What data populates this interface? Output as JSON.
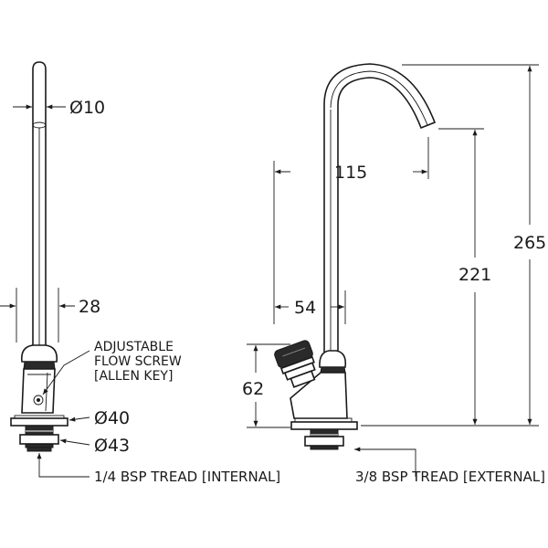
{
  "dimensions": {
    "spout_diameter": "Ø10",
    "body_width": "28",
    "flange_diameter_top": "Ø40",
    "flange_diameter_bottom": "Ø43",
    "spout_reach": "115",
    "handle_offset": "54",
    "handle_height": "62",
    "outlet_height": "221",
    "total_height": "265"
  },
  "notes": {
    "adjustable_line1": "ADJUSTABLE",
    "adjustable_line2": "FLOW SCREW",
    "adjustable_line3": "[ALLEN KEY]",
    "thread_internal": "1/4 BSP TREAD [INTERNAL]",
    "thread_external": "3/8 BSP TREAD [EXTERNAL]"
  }
}
